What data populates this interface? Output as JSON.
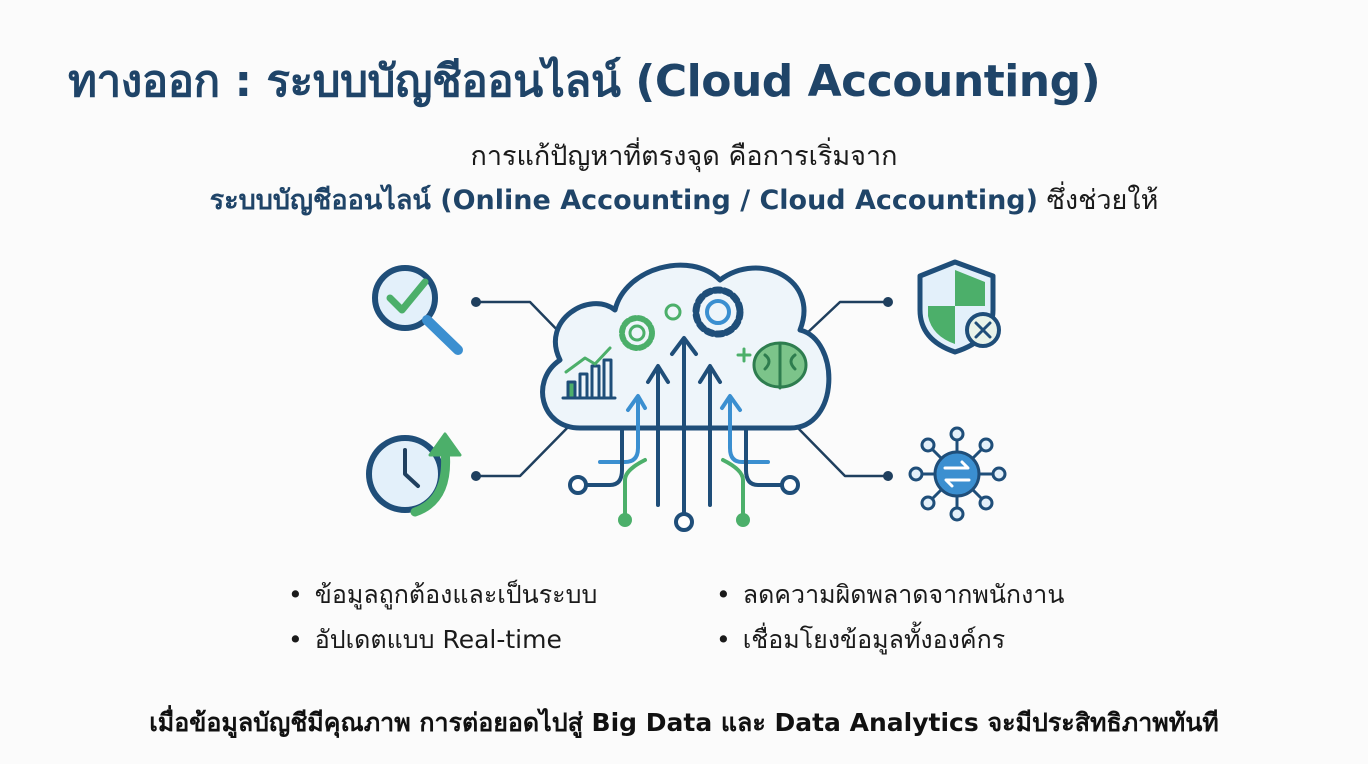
{
  "title": "ทางออก : ระบบบัญชีออนไลน์ (Cloud Accounting)",
  "subtitle": {
    "line1": "การแก้ปัญหาที่ตรงจุด คือการเริ่มจาก",
    "line2_bold": "ระบบบัญชีออนไลน์ (Online Accounting / Cloud Accounting)",
    "line2_rest": " ซึ่งช่วยให้"
  },
  "illustration": {
    "icons": [
      "magnifier-check-icon",
      "clock-update-icon",
      "shield-icon",
      "network-hub-icon",
      "cloud-icon",
      "gear-icon",
      "bar-chart-icon",
      "brain-icon"
    ],
    "colors": {
      "navy": "#1f4e79",
      "blue": "#3b8fd0",
      "green": "#4caf6a"
    }
  },
  "bullets": {
    "left": [
      "ข้อมูลถูกต้องและเป็นระบบ",
      "อัปเดตแบบ Real-time"
    ],
    "right": [
      "ลดความผิดพลาดจากพนักงาน",
      "เชื่อมโยงข้อมูลทั้งองค์กร"
    ]
  },
  "footer": "เมื่อข้อมูลบัญชีมีคุณภาพ การต่อยอดไปสู่ Big Data และ Data Analytics จะมีประสิทธิภาพทันที"
}
